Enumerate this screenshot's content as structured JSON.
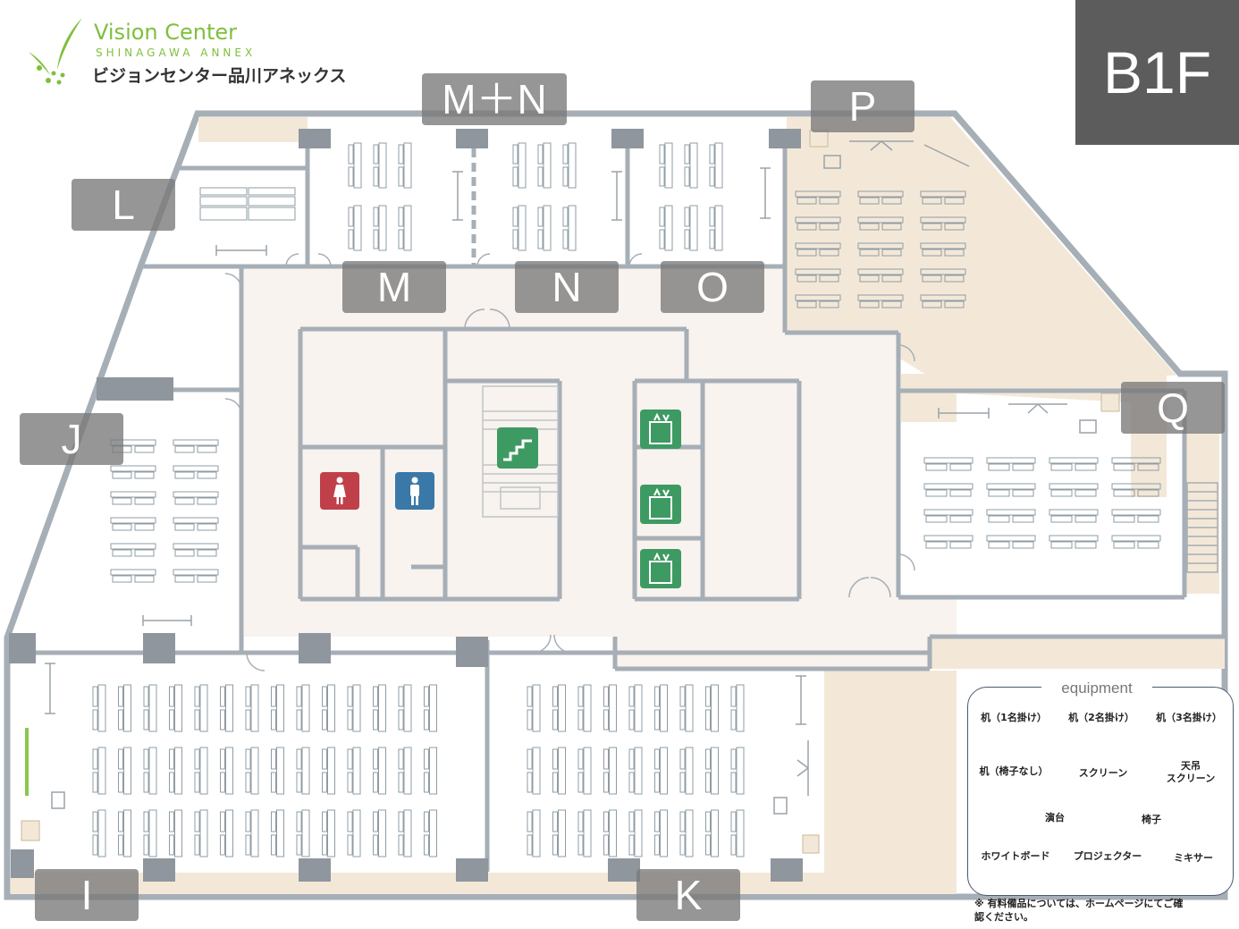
{
  "logo": {
    "title": "Vision Center",
    "subtitle": "SHINAGAWA ANNEX",
    "japanese": "ビジョンセンター品川アネックス"
  },
  "floor": "B1F",
  "rooms": {
    "I": "I",
    "J": "J",
    "K": "K",
    "L": "L",
    "M": "M",
    "N": "N",
    "O": "O",
    "P": "P",
    "Q": "Q",
    "MN": "M＋N"
  },
  "legend": {
    "title": "equipment",
    "desk1": "机（1名掛け）",
    "desk2": "机（2名掛け）",
    "desk3": "机（3名掛け）",
    "desk_nochair": "机（椅子なし）",
    "screen": "スクリーン",
    "ceiling_screen_1": "天吊",
    "ceiling_screen_2": "スクリーン",
    "podium": "演台",
    "chair": "椅子",
    "whiteboard": "ホワイトボード",
    "projector": "プロジェクター",
    "mixer": "ミキサー"
  },
  "note_line1": "※ 有料備品については、ホームページにてご確",
  "note_line2": "認ください。",
  "colors": {
    "wall": "#a6aeb6",
    "corridor": "#f8f3ee",
    "service": "#f3e8d8",
    "pillar": "#8f969d",
    "label_bg": "#787878",
    "floor_badge": "#5c5c5c",
    "restroom_female": "#c0404a",
    "restroom_male": "#3a78a8",
    "stairs_elevator": "#3e9a63",
    "brand_green": "#7fbf3d"
  },
  "icons": [
    "vision-center-logo-icon",
    "female-restroom-icon",
    "male-restroom-icon",
    "stairs-icon",
    "elevator-icon"
  ]
}
